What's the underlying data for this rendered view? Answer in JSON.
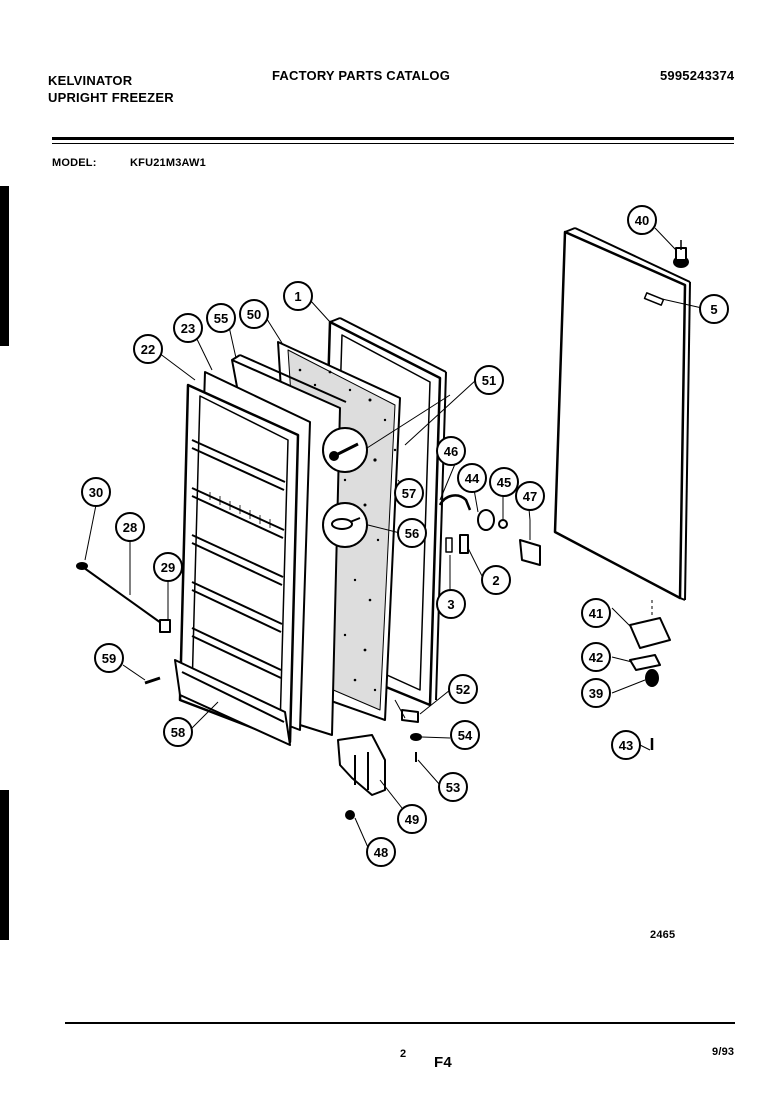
{
  "header": {
    "brand": "KELVINATOR",
    "product": "UPRIGHT FREEZER",
    "catalog_title": "FACTORY PARTS CATALOG",
    "catalog_number": "5995243374"
  },
  "model": {
    "label": "MODEL:",
    "value": "KFU21M3AW1"
  },
  "callouts": [
    "1",
    "2",
    "3",
    "5",
    "22",
    "23",
    "28",
    "29",
    "30",
    "39",
    "40",
    "41",
    "42",
    "43",
    "44",
    "45",
    "46",
    "47",
    "48",
    "49",
    "50",
    "51",
    "52",
    "53",
    "54",
    "55",
    "56",
    "57",
    "58",
    "59"
  ],
  "drawing_number": "2465",
  "footer": {
    "page": "2",
    "section": "F4",
    "date": "9/93"
  },
  "colors": {
    "ink": "#000000",
    "paper": "#ffffff"
  }
}
